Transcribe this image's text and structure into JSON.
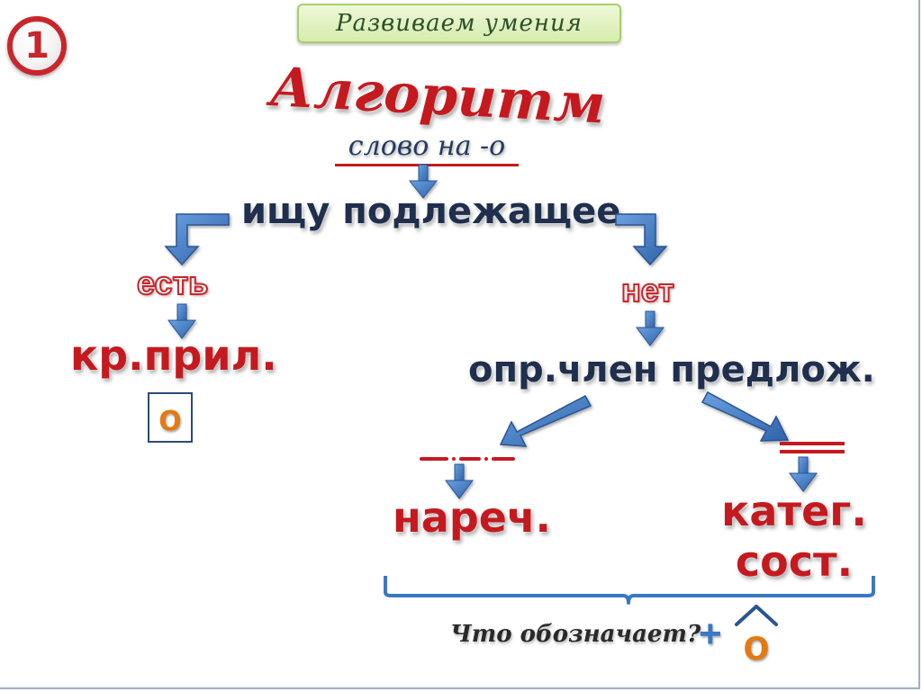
{
  "slide": {
    "number": "1",
    "banner": "Развиваем умения",
    "title": "Алгоритм",
    "subtitle": "слово на -о"
  },
  "nodes": {
    "search_subject": "ищу подлежащее",
    "yes": "есть",
    "no": "нет",
    "short_adjective": "кр.прил.",
    "short_adjective_ending": "о",
    "sentence_member": "опр.член предлож.",
    "adverb": "нареч.",
    "state_category_line1": "катег.",
    "state_category_line2": "сост."
  },
  "summary": {
    "question": "Что обозначает?",
    "ending": "о"
  },
  "colors": {
    "arrow_blue": "#3b78c4",
    "accent_red": "#c41a1f",
    "text_dark": "#1f2f4d",
    "ending_orange": "#e37a12"
  }
}
